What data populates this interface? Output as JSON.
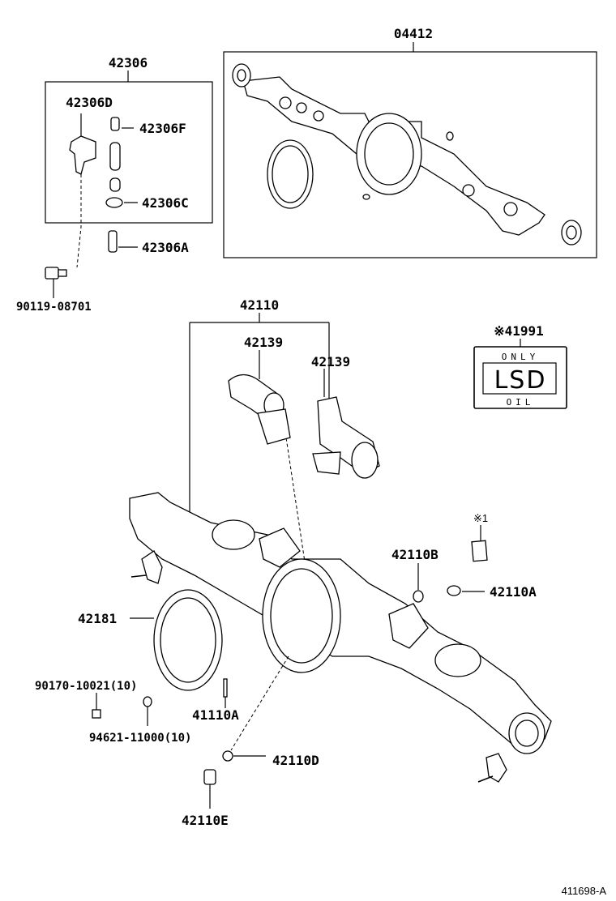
{
  "labels": {
    "l_04412": "04412",
    "l_42306": "42306",
    "l_42306D": "42306D",
    "l_42306F": "42306F",
    "l_42306C": "42306C",
    "l_42306A": "42306A",
    "l_9011908701": "90119-08701",
    "l_42110": "42110",
    "l_42139_left": "42139",
    "l_42139_right": "42139",
    "l_41991": "※41991",
    "l_note1": "※1",
    "l_42110B": "42110B",
    "l_42110A": "42110A",
    "l_42181": "42181",
    "l_9017010021": "90170-10021(10)",
    "l_41110A": "41110A",
    "l_9462111000": "94621-11000(10)",
    "l_42110D": "42110D",
    "l_42110E": "42110E"
  },
  "plate": {
    "top": "ONLY",
    "main": "LSD",
    "bottom": "OIL"
  },
  "figure_ref": "411698-A"
}
